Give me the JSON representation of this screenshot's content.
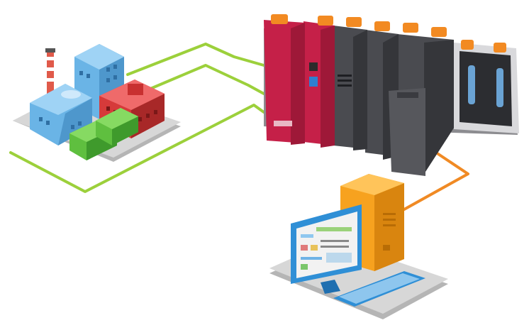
{
  "diagram": {
    "nodes": [
      {
        "id": "factory",
        "kind": "factory-buildings-icon"
      },
      {
        "id": "plc",
        "kind": "modular-plc-rack-icon",
        "module_count": 6
      },
      {
        "id": "pc",
        "kind": "desktop-computer-icon"
      }
    ],
    "links": [
      {
        "from": "factory",
        "to": "plc",
        "kind": "field-network",
        "line_count": 3
      },
      {
        "from": "plc",
        "to": "pc",
        "kind": "pc-connection",
        "line_count": 1
      }
    ],
    "colors": {
      "field_network": "#9cd03b",
      "pc_link": "#f08a24",
      "plc_cpu": "#c52048",
      "plc_io": "#4a4b50",
      "plc_latch": "#f28a22",
      "factory_blue": "#6ab4e6",
      "factory_red": "#d63a3a",
      "factory_green": "#5fbf3f",
      "pc_tower": "#f7a21f",
      "monitor_blue": "#2f8fd6",
      "base_plate": "#c8c8c8"
    }
  }
}
